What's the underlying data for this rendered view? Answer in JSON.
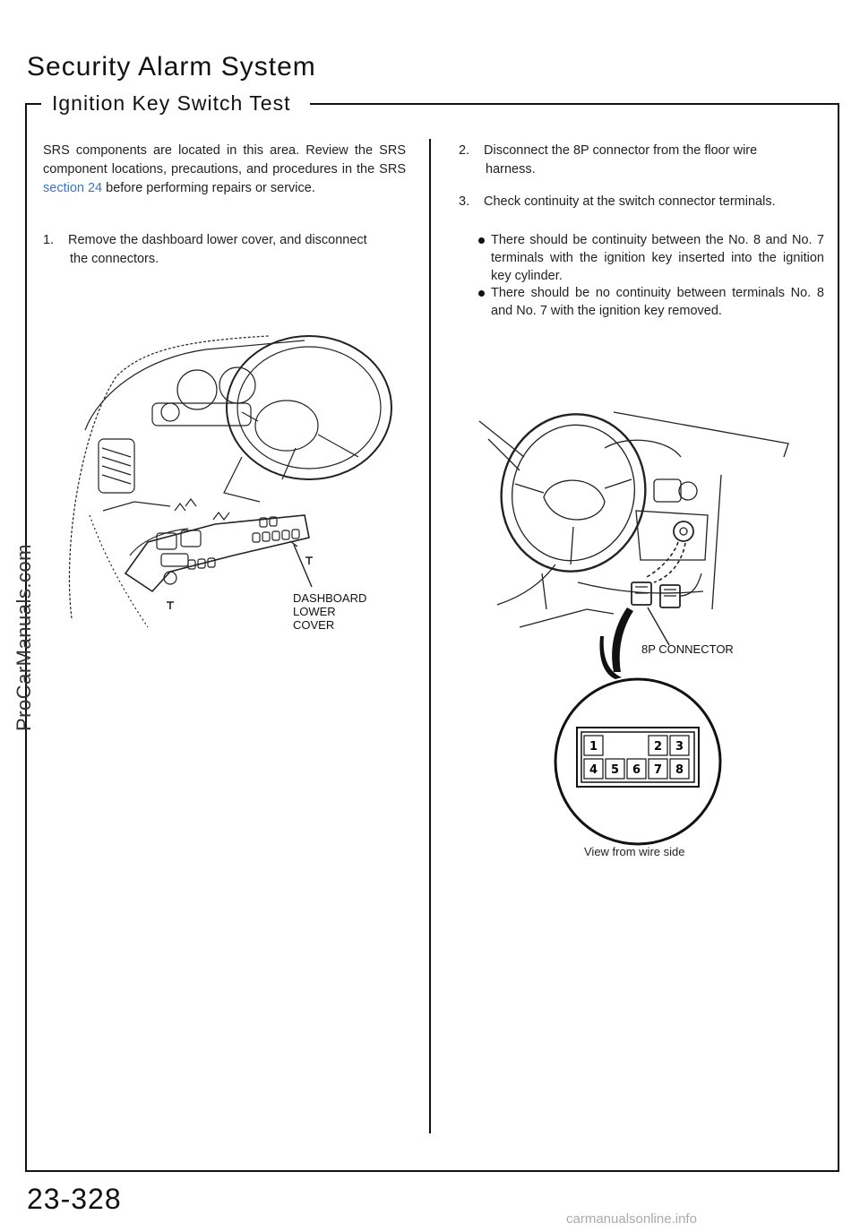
{
  "header": {
    "title": "Security Alarm System",
    "subtitle": "Ignition Key Switch Test"
  },
  "left_column": {
    "intro_before_link": "SRS components are located in this area. Review the SRS component locations, precautions, and procedures in the SRS ",
    "intro_link": "section 24",
    "intro_after_link": " before performing repairs or service.",
    "step1_num": "1.",
    "step1_line1": "Remove the dashboard lower cover, and disconnect",
    "step1_line2": "the connectors.",
    "figure_label_line1": "DASHBOARD",
    "figure_label_line2": "LOWER",
    "figure_label_line3": "COVER"
  },
  "right_column": {
    "step2_num": "2.",
    "step2_line1": "Disconnect the 8P connector from the floor wire",
    "step2_line2": "harness.",
    "step3_num": "3.",
    "step3_text": "Check continuity at the switch connector terminals.",
    "bullet1": "There should be continuity between the No. 8 and No. 7 terminals with the ignition key inserted into the ignition key cylinder.",
    "bullet2": "There should be no continuity between terminals No. 8 and No. 7 with the ignition key removed.",
    "connector_label": "8P CONNECTOR",
    "view_caption": "View from wire side",
    "pins_top": [
      "1",
      "",
      "",
      "2",
      "3"
    ],
    "pins_bottom": [
      "4",
      "5",
      "6",
      "7",
      "8"
    ]
  },
  "watermark_side": "ProCarManuals.com",
  "page_number": "23-328",
  "footer_watermark": "carmanualsonline.info",
  "colors": {
    "link": "#3a78c8",
    "ink": "#111111"
  }
}
